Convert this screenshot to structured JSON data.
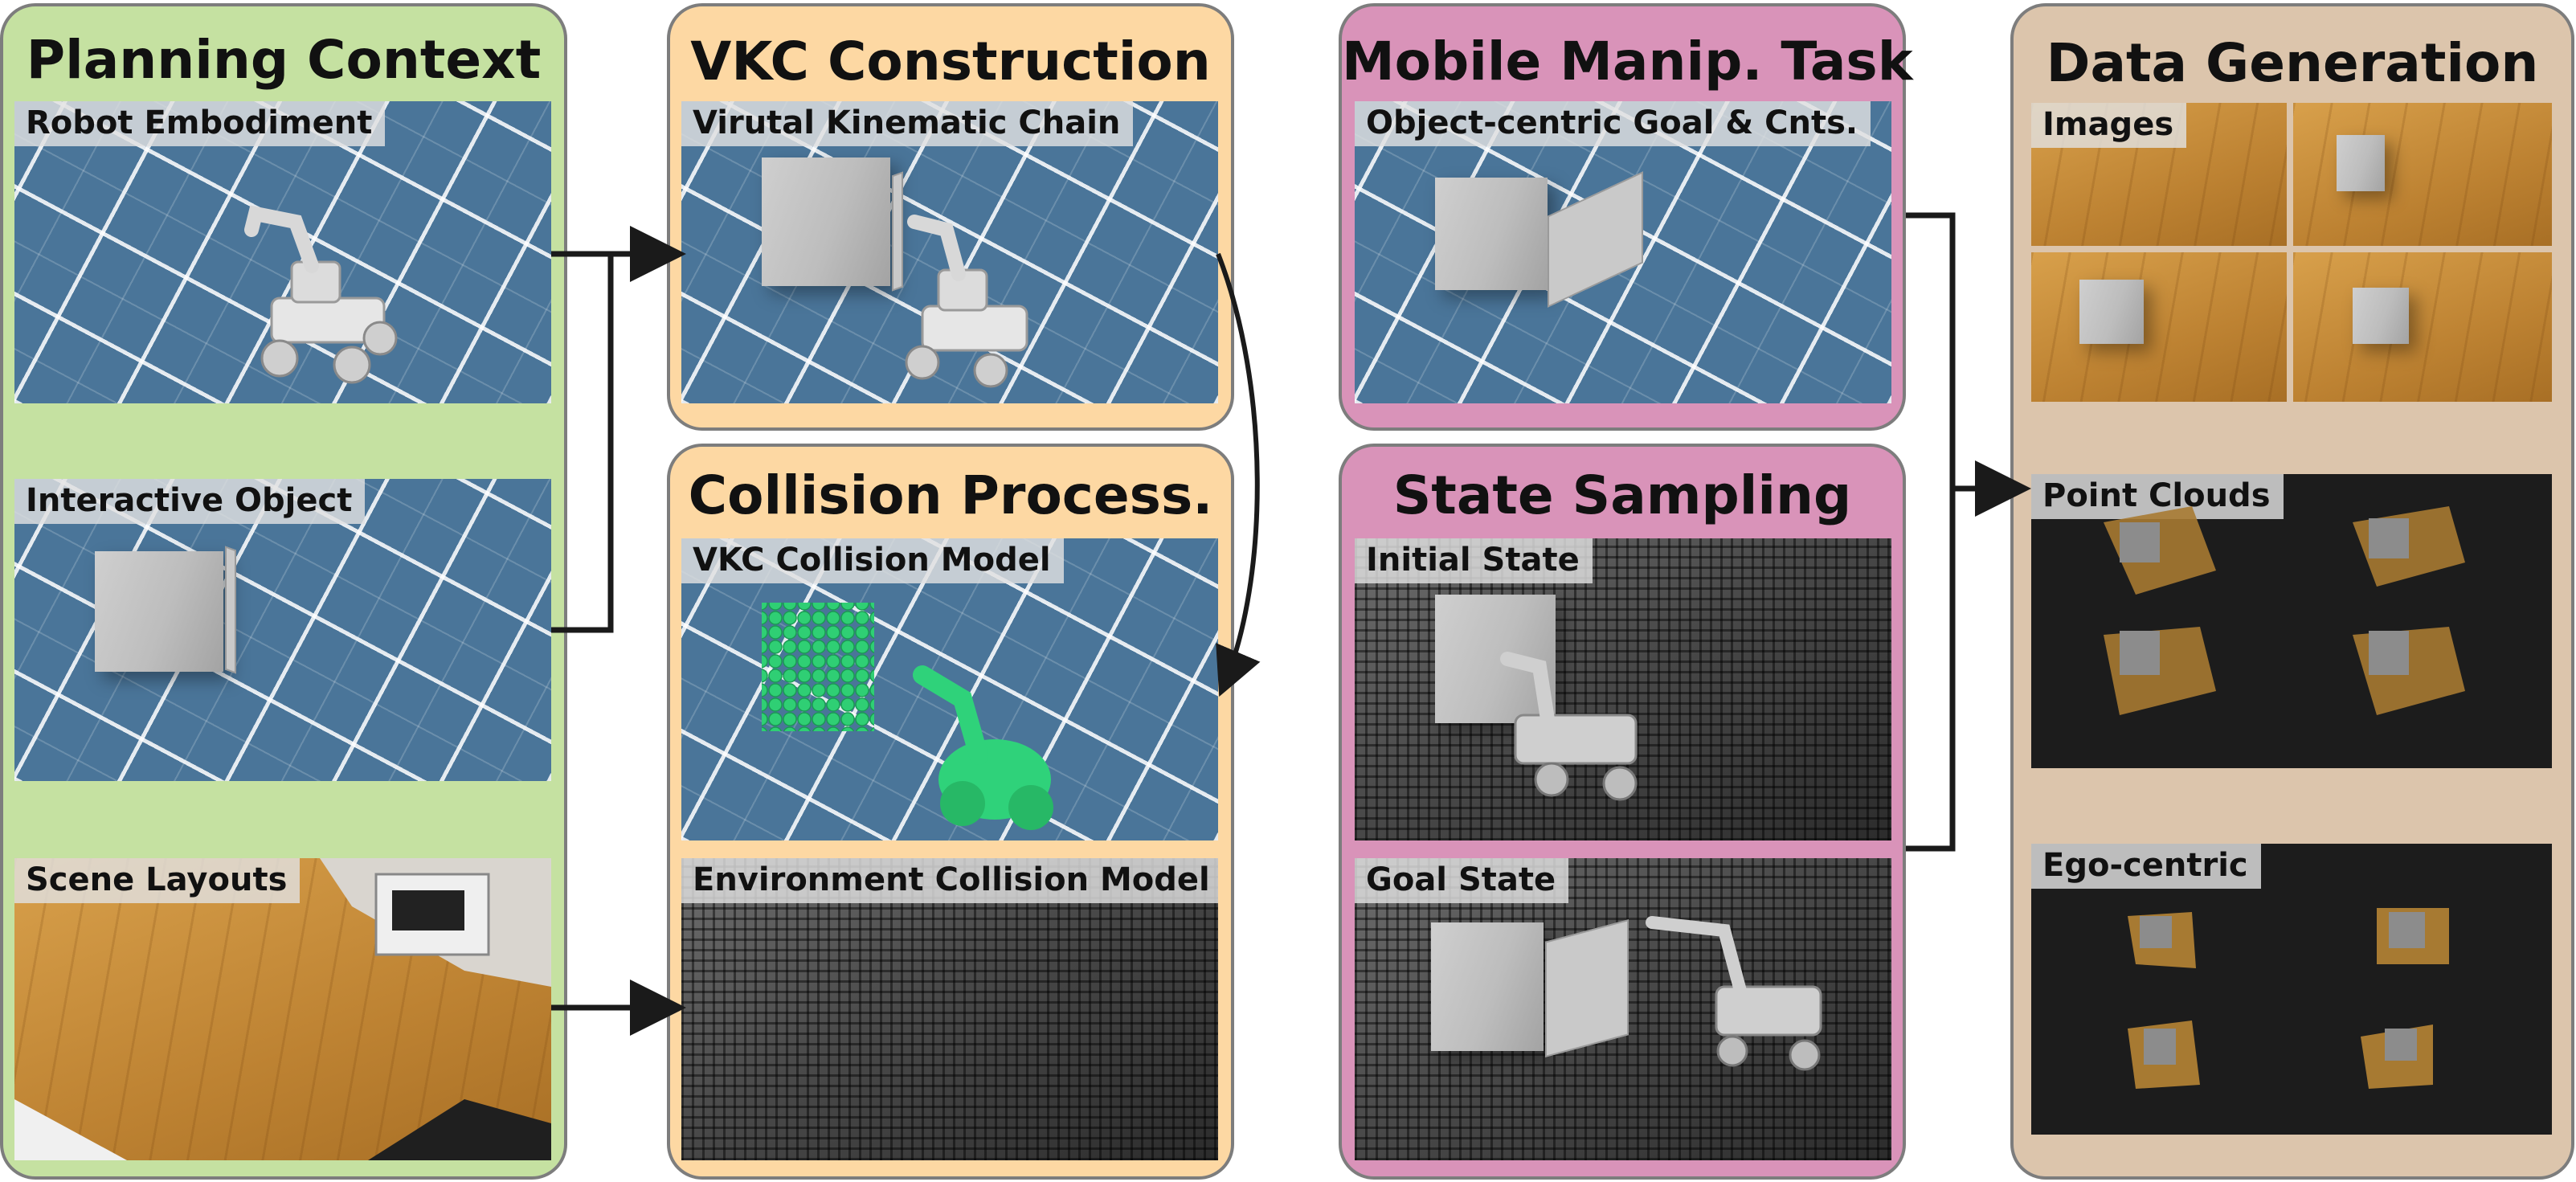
{
  "panels": {
    "planning_context": {
      "title": "Planning Context",
      "images": {
        "robot": "Robot Embodiment",
        "object": "Interactive Object",
        "scene": "Scene Layouts"
      }
    },
    "vkc_construction": {
      "title": "VKC Construction",
      "images": {
        "chain": "Virutal Kinematic Chain"
      }
    },
    "collision_process": {
      "title": "Collision Process.",
      "images": {
        "vkc_collision": "VKC Collision Model",
        "env_collision": "Environment Collision Model"
      }
    },
    "mobile_manip_task": {
      "title": "Mobile Manip. Task",
      "images": {
        "goal": "Object-centric Goal & Cnts."
      }
    },
    "state_sampling": {
      "title": "State Sampling",
      "images": {
        "initial": "Initial State",
        "goal": "Goal State"
      }
    },
    "data_generation": {
      "title": "Data Generation",
      "images": {
        "images": "Images",
        "point_clouds": "Point Clouds",
        "ego_centric": "Ego-centric"
      }
    }
  },
  "colors": {
    "planning_context_bg": "#c5e1a1",
    "vkc_bg": "#fdd8a3",
    "collision_bg": "#fdd8a3",
    "mobile_task_bg": "#d993b9",
    "state_sampling_bg": "#d993b9",
    "data_generation_bg": "#dcc5ac",
    "arrow": "#1a1a1a"
  }
}
